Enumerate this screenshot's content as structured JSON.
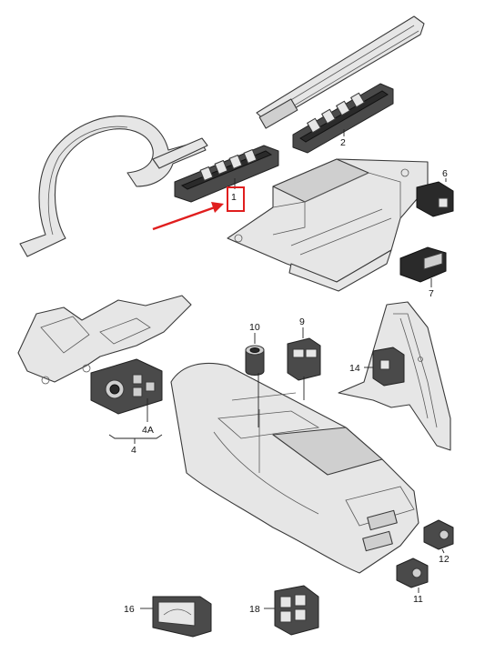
{
  "diagram": {
    "callouts": [
      {
        "id": "c1",
        "label": "1"
      },
      {
        "id": "c2",
        "label": "2"
      },
      {
        "id": "c4",
        "label": "4"
      },
      {
        "id": "c4a",
        "label": "4A"
      },
      {
        "id": "c6",
        "label": "6"
      },
      {
        "id": "c7",
        "label": "7"
      },
      {
        "id": "c9",
        "label": "9"
      },
      {
        "id": "c10",
        "label": "10"
      },
      {
        "id": "c11",
        "label": "11"
      },
      {
        "id": "c12",
        "label": "12"
      },
      {
        "id": "c14",
        "label": "14"
      },
      {
        "id": "c16",
        "label": "16"
      },
      {
        "id": "c18",
        "label": "18"
      }
    ],
    "highlight": {
      "target_label": "1",
      "color": "#e01e1e"
    }
  }
}
